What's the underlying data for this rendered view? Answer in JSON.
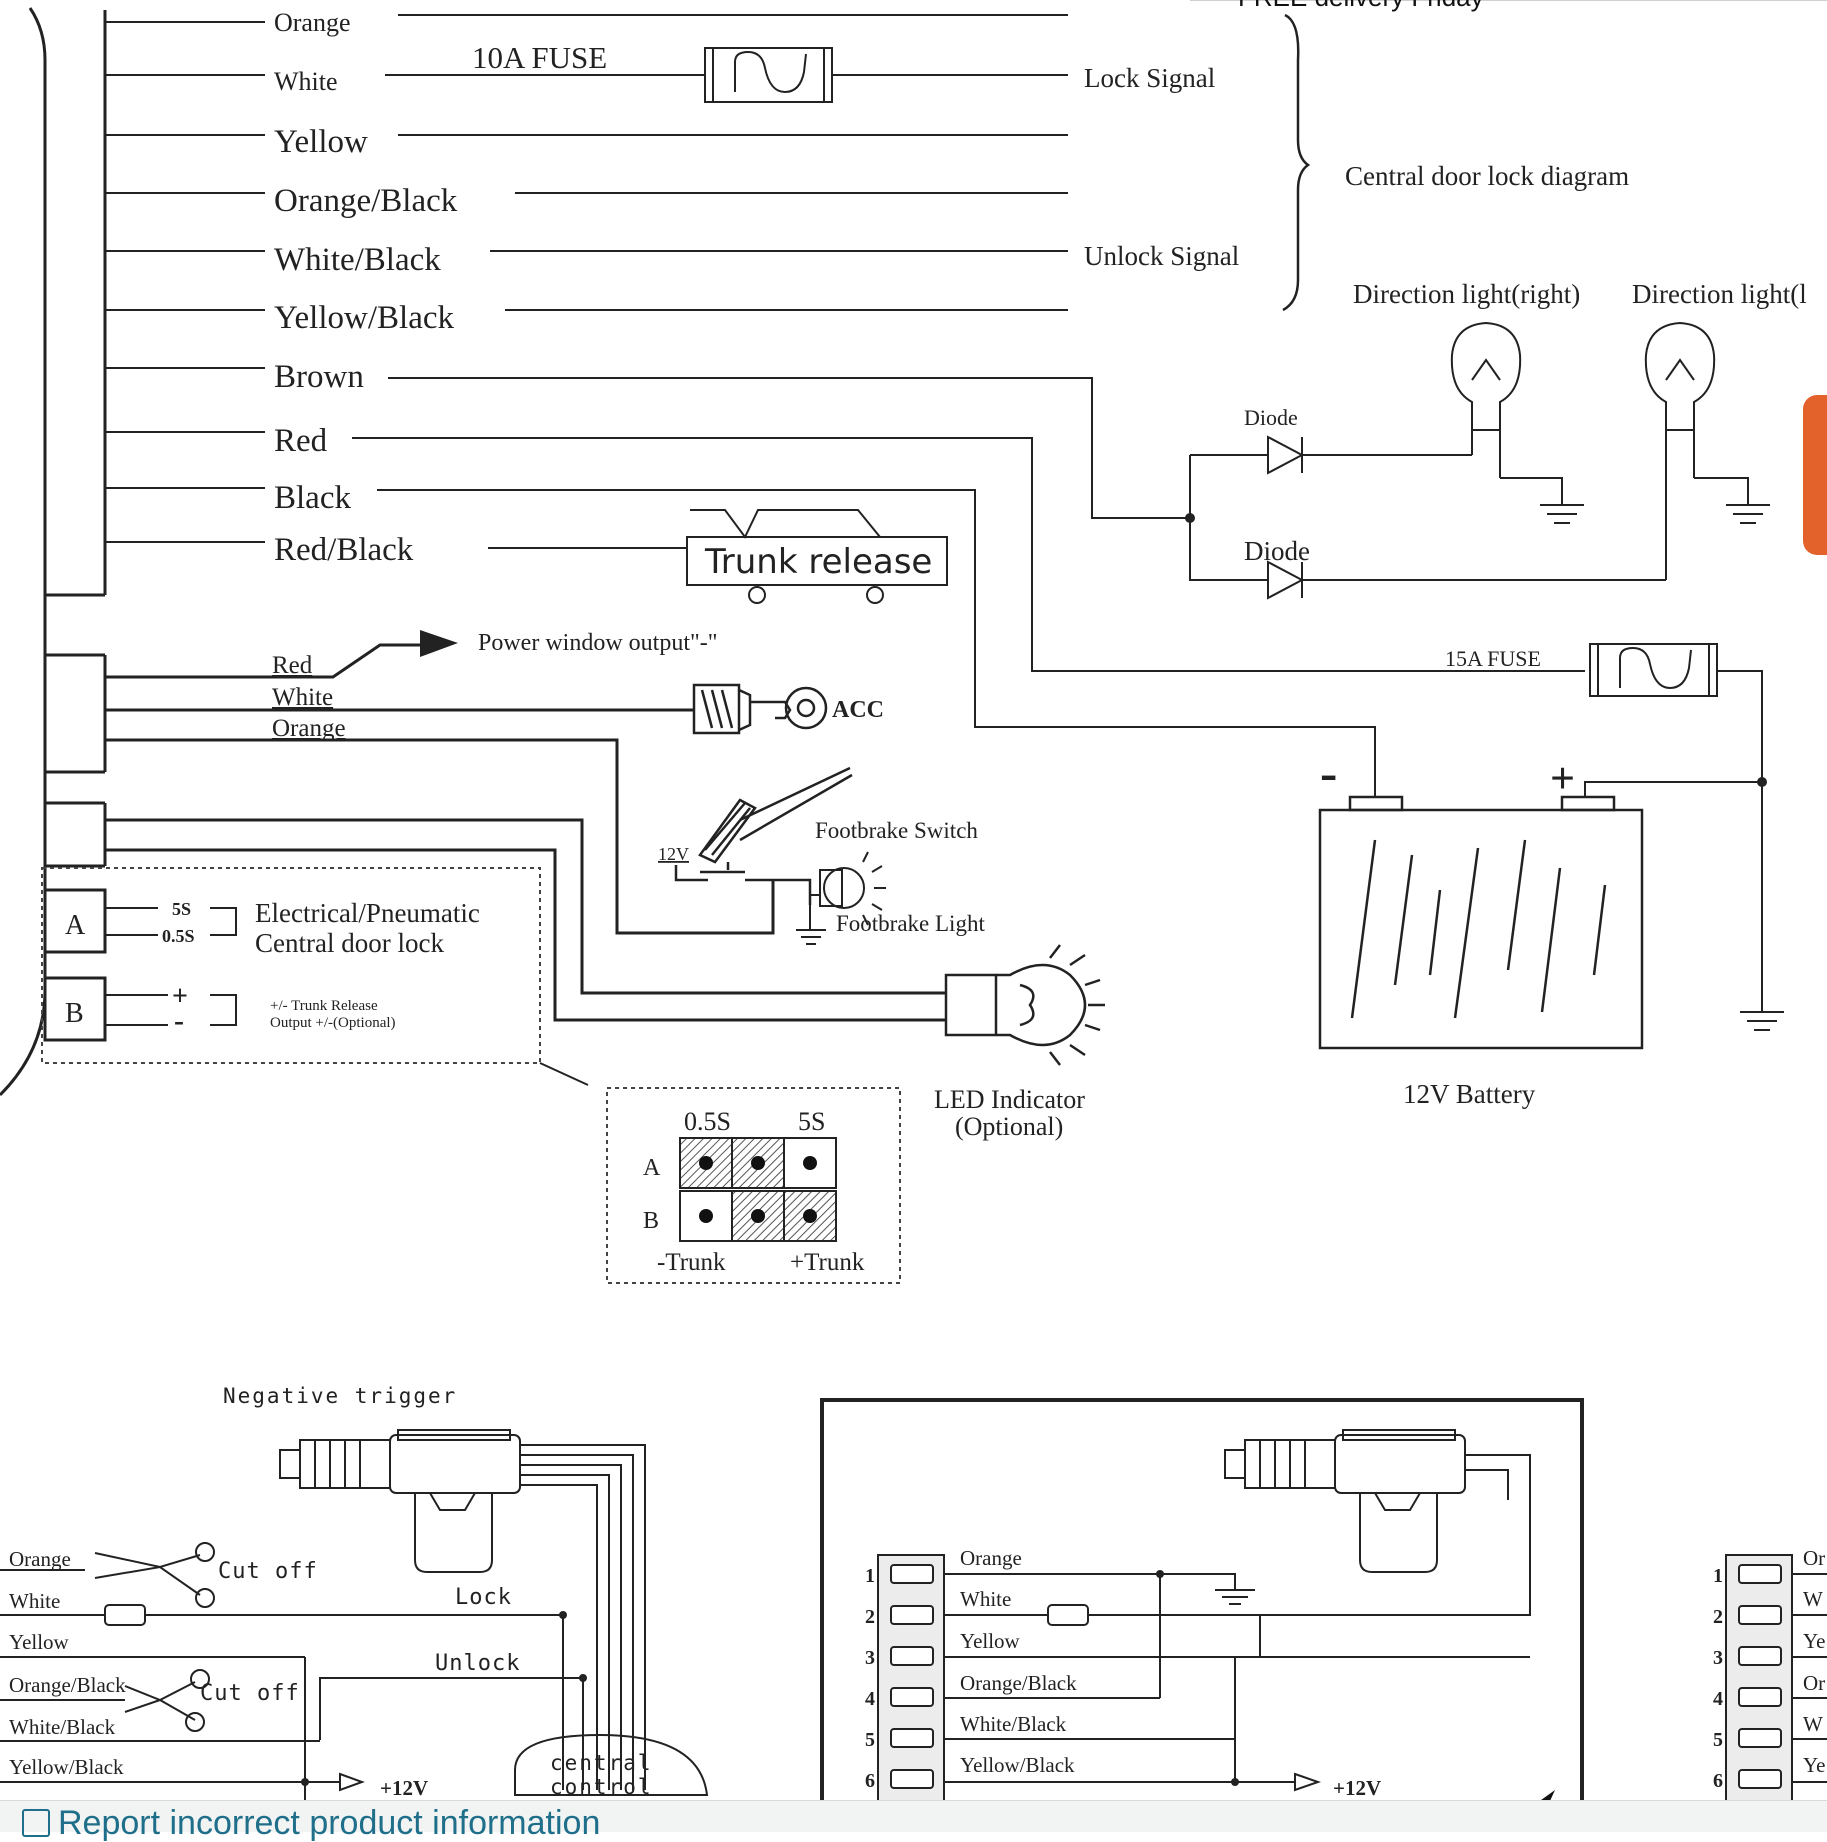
{
  "header": {
    "free_delivery_text": "FREE delivery Friday"
  },
  "footer": {
    "report_link": "Report incorrect product information"
  },
  "diagram": {
    "wires": [
      "Orange",
      "White",
      "Yellow",
      "Orange/Black",
      "White/Black",
      "Yellow/Black",
      "Brown",
      "Red",
      "Black",
      "Red/Black"
    ],
    "fuse_10a": "10A FUSE",
    "lock_signal": "Lock Signal",
    "unlock_signal": "Unlock Signal",
    "central_door_lock_diagram": "Central door lock diagram",
    "direction_light_right": "Direction light(right)",
    "direction_light_left": "Direction light(l",
    "diode_top": "Diode",
    "diode_bottom": "Diode",
    "trunk_release": "Trunk release",
    "fuse_15a": "15A FUSE",
    "power_window_output": "Power window output\"-\"",
    "conn2_wires": [
      "Red",
      "White",
      "Orange"
    ],
    "acc": "ACC",
    "footbrake_switch": "Footbrake Switch",
    "twelve_v": "12V",
    "footbrake_light": "Footbrake Light",
    "minus": "-",
    "plus": "+",
    "battery": "12V Battery",
    "box_a": "A",
    "box_b": "B",
    "timing_5s": "5S",
    "timing_05s": "0.5S",
    "plus_sign": "+",
    "minus_sign": "-",
    "elec_pneumatic_1": "Electrical/Pneumatic",
    "elec_pneumatic_2": "Central door lock",
    "trunk_out_1": "+/- Trunk Release",
    "trunk_out_2": "Output +/-(Optional)",
    "led_indicator_1": "LED Indicator",
    "led_indicator_2": "(Optional)",
    "jumper": {
      "col_05s": "0.5S",
      "col_5s": "5S",
      "row_a": "A",
      "row_b": "B",
      "minus_trunk": "-Trunk",
      "plus_trunk": "+Trunk"
    }
  },
  "neg_trigger": {
    "title": "Negative trigger",
    "wires": [
      "Orange",
      "White",
      "Yellow",
      "Orange/Black",
      "White/Black",
      "Yellow/Black"
    ],
    "cut_off_1": "Cut off",
    "cut_off_2": "Cut off",
    "lock": "Lock",
    "unlock": "Unlock",
    "plus12v": "+12V",
    "central_1": "central",
    "central_2": "control"
  },
  "pos_trigger": {
    "pins": [
      "1",
      "2",
      "3",
      "4",
      "5",
      "6"
    ],
    "wires": [
      "Orange",
      "White",
      "Yellow",
      "Orange/Black",
      "White/Black",
      "Yellow/Black"
    ],
    "plus12v": "+12V"
  },
  "right_cut": {
    "pins": [
      "1",
      "2",
      "3",
      "4",
      "5",
      "6"
    ],
    "wires": [
      "Or",
      "W",
      "Ye",
      "Or",
      "W",
      "Ye"
    ]
  }
}
